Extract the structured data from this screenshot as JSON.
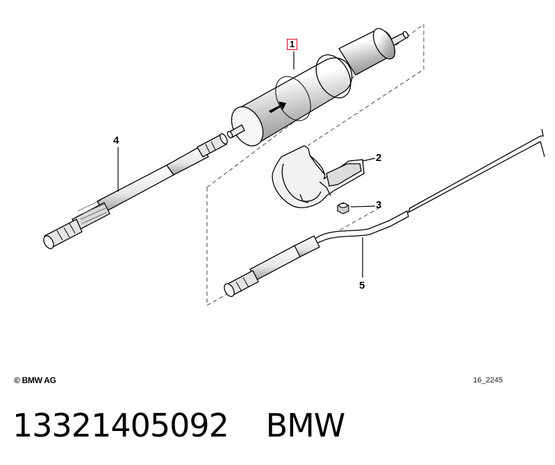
{
  "callouts": {
    "c1": "1",
    "c2": "2",
    "c3": "3",
    "c4": "4",
    "c5": "5"
  },
  "copyright": "© BMW AG",
  "diagram_code": "16_2245",
  "footer": {
    "part_number": "13321405092",
    "brand": "BMW"
  },
  "colors": {
    "highlight": "#e0001a",
    "line": "#000000",
    "shade": "#cccccc"
  }
}
